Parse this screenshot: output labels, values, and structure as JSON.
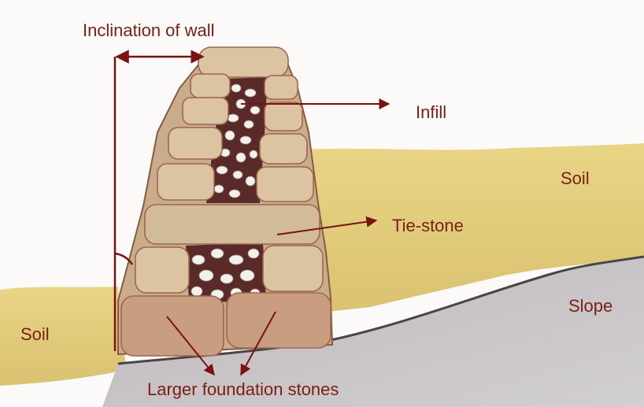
{
  "colors": {
    "label": "#7a1f14",
    "arrow": "#7a1212",
    "soil": "#e3d07e",
    "slope": "#c6c2c4",
    "stone": "#d8bf9c",
    "infill": "#5e2c2a"
  },
  "labels": {
    "inclination": "Inclination of wall",
    "infill": "Infill",
    "soil_right": "Soil",
    "tie_stone": "Tie-stone",
    "slope": "Slope",
    "soil_left": "Soil",
    "foundation": "Larger foundation stones"
  },
  "icons": [
    "double-headed-arrow-icon",
    "angle-arc-icon",
    "arrow-icon"
  ]
}
